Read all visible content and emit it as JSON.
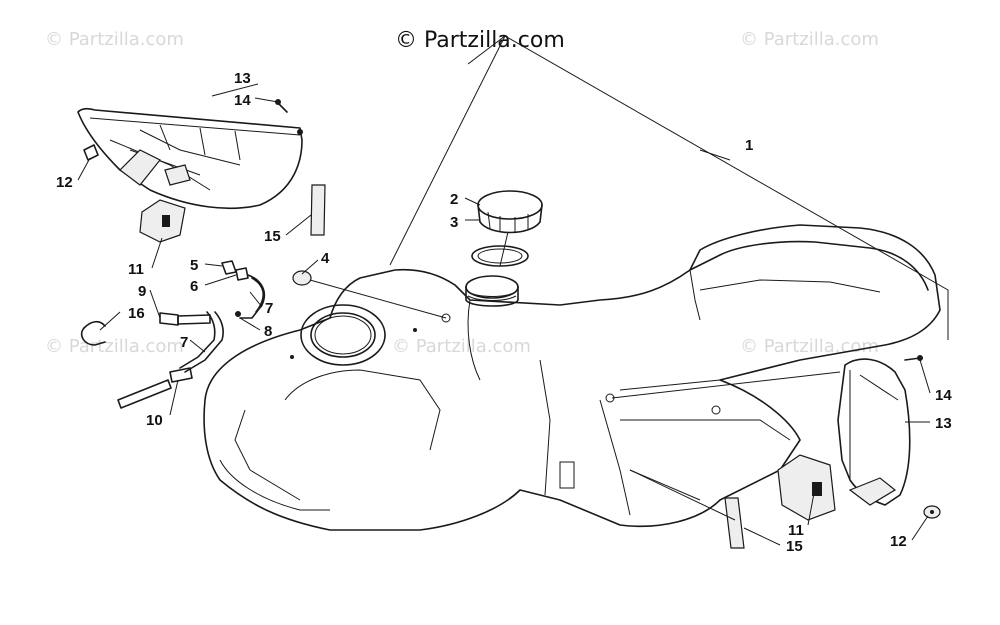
{
  "brand": {
    "text": "© Partzilla.com"
  },
  "watermark": {
    "text": "© Partzilla.com"
  },
  "callouts": [
    {
      "id": "c1",
      "label": "1"
    },
    {
      "id": "c2",
      "label": "2"
    },
    {
      "id": "c3",
      "label": "3"
    },
    {
      "id": "c4",
      "label": "4"
    },
    {
      "id": "c5",
      "label": "5"
    },
    {
      "id": "c6",
      "label": "6"
    },
    {
      "id": "c7a",
      "label": "7"
    },
    {
      "id": "c7b",
      "label": "7"
    },
    {
      "id": "c8",
      "label": "8"
    },
    {
      "id": "c9",
      "label": "9"
    },
    {
      "id": "c10",
      "label": "10"
    },
    {
      "id": "c11a",
      "label": "11"
    },
    {
      "id": "c11b",
      "label": "11"
    },
    {
      "id": "c12a",
      "label": "12"
    },
    {
      "id": "c12b",
      "label": "12"
    },
    {
      "id": "c13a",
      "label": "13"
    },
    {
      "id": "c13b",
      "label": "13"
    },
    {
      "id": "c14a",
      "label": "14"
    },
    {
      "id": "c14b",
      "label": "14"
    },
    {
      "id": "c15a",
      "label": "15"
    },
    {
      "id": "c15b",
      "label": "15"
    },
    {
      "id": "c16",
      "label": "16"
    }
  ],
  "icons": [
    "fuel-tank",
    "fuel-cap",
    "gasket-ring",
    "side-panel-left",
    "side-panel-right",
    "fuel-pump",
    "hose",
    "clamp",
    "grommet"
  ]
}
